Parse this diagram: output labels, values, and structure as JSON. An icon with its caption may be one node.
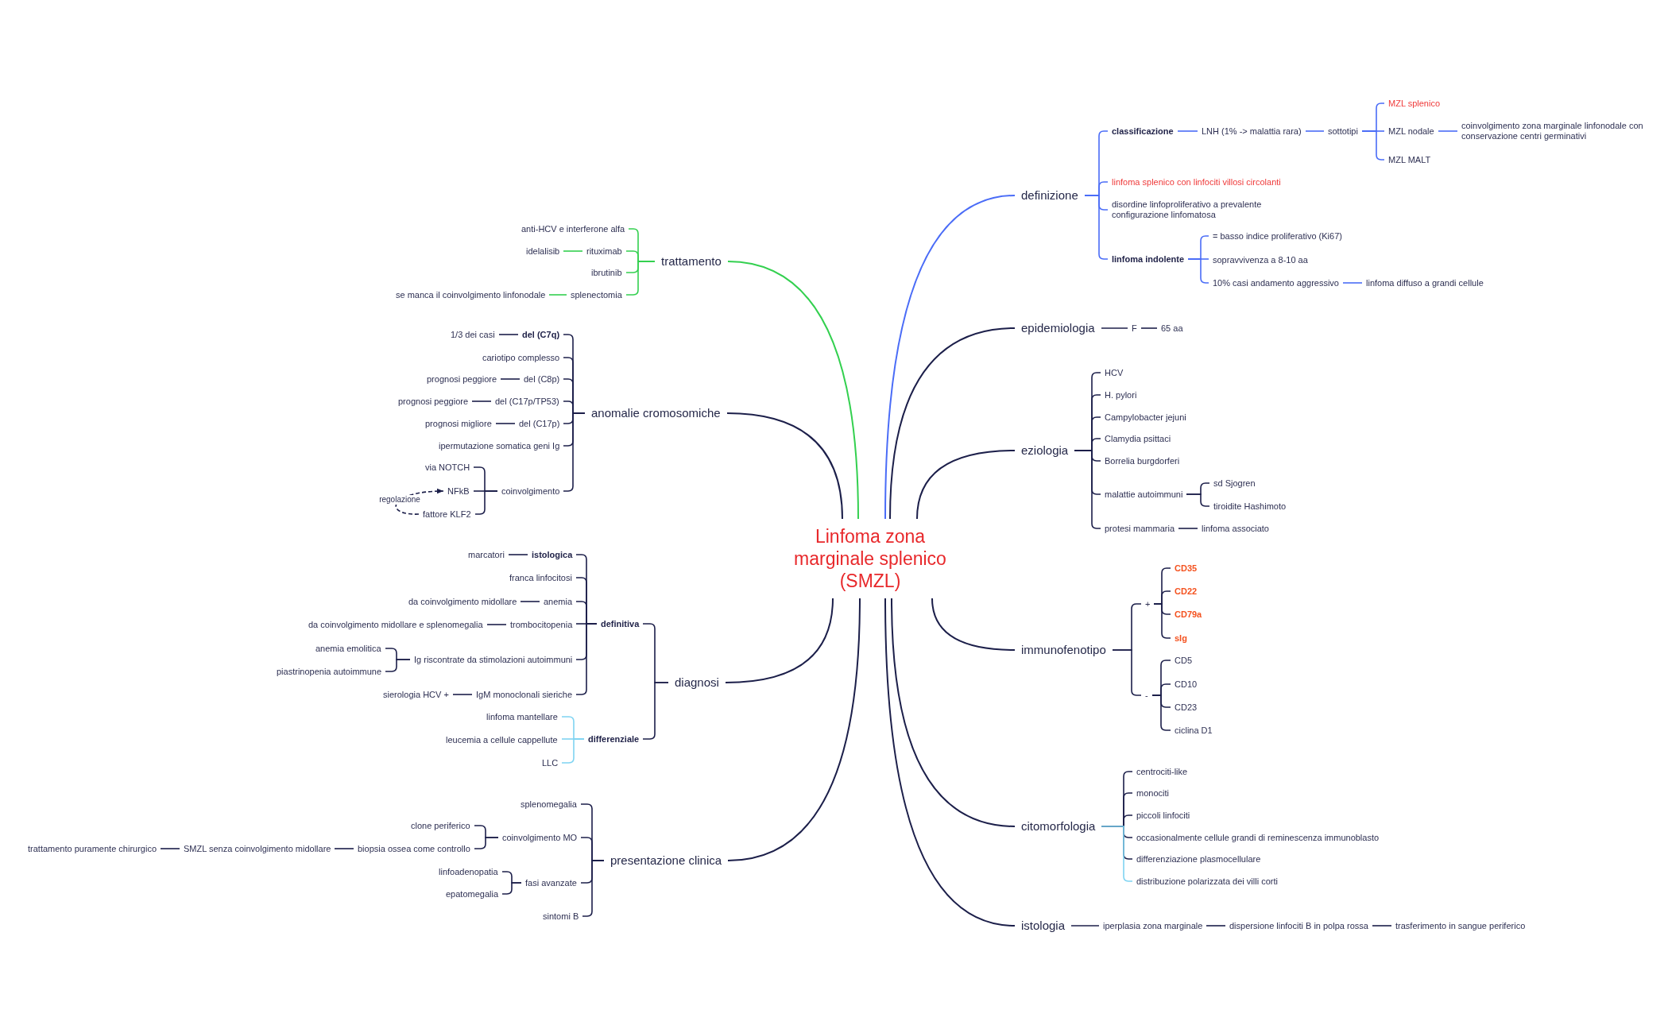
{
  "diagram": {
    "nodes": [
      {
        "text": [
          "Linfoma zona marginale splenico (SMZL)"
        ]
      },
      {
        "text": [
          "definizione"
        ]
      },
      {
        "text": [
          "classificazione"
        ]
      },
      {
        "text": [
          "LNH (1% -> malattia rara)"
        ]
      },
      {
        "text": [
          "sottotipi"
        ]
      },
      {
        "text": [
          "MZL splenico"
        ]
      },
      {
        "text": [
          "MZL nodale"
        ]
      },
      {
        "text": [
          "coinvolgimento zona marginale linfonodale con conservazione centri germinativi"
        ]
      },
      {
        "text": [
          "MZL MALT"
        ]
      },
      {
        "text": [
          "linfoma splenico con linfociti villosi circolanti"
        ]
      },
      {
        "text": [
          "disordine linfoproliferativo a prevalente configurazione linfomatosa"
        ]
      },
      {
        "text": [
          "linfoma indolente"
        ]
      },
      {
        "text": [
          "= basso indice proliferativo (Ki67)"
        ]
      },
      {
        "text": [
          "sopravvivenza a 8-10 aa"
        ]
      },
      {
        "text": [
          "10% casi andamento aggressivo"
        ]
      },
      {
        "text": [
          "linfoma diffuso a grandi cellule"
        ]
      },
      {
        "text": [
          "epidemiologia"
        ]
      },
      {
        "text": [
          "F"
        ]
      },
      {
        "text": [
          "65 aa"
        ]
      },
      {
        "text": [
          "eziologia"
        ]
      },
      {
        "text": [
          "HCV"
        ]
      },
      {
        "text": [
          "H. pylori"
        ]
      },
      {
        "text": [
          "Campylobacter jejuni"
        ]
      },
      {
        "text": [
          "Clamydia psittaci"
        ]
      },
      {
        "text": [
          "Borrelia burgdorferi"
        ]
      },
      {
        "text": [
          "malattie autoimmuni"
        ]
      },
      {
        "text": [
          "sd Sjogren"
        ]
      },
      {
        "text": [
          "tiroidite Hashimoto"
        ]
      },
      {
        "text": [
          "protesi mammaria"
        ]
      },
      {
        "text": [
          "linfoma associato"
        ]
      },
      {
        "text": [
          "immunofenotipo"
        ]
      },
      {
        "text": [
          "+"
        ]
      },
      {
        "text": [
          "CD35"
        ]
      },
      {
        "text": [
          "CD22"
        ]
      },
      {
        "text": [
          "CD79a"
        ]
      },
      {
        "text": [
          "sIg"
        ]
      },
      {
        "text": [
          "-"
        ]
      },
      {
        "text": [
          "CD5"
        ]
      },
      {
        "text": [
          "CD10"
        ]
      },
      {
        "text": [
          "CD23"
        ]
      },
      {
        "text": [
          "ciclina D1"
        ]
      },
      {
        "text": [
          "citomorfologia"
        ]
      },
      {
        "text": [
          "centrociti-like"
        ]
      },
      {
        "text": [
          "monociti"
        ]
      },
      {
        "text": [
          "piccoli linfociti"
        ]
      },
      {
        "text": [
          "occasionalmente cellule grandi di reminescenza immunoblasto"
        ]
      },
      {
        "text": [
          "differenziazione plasmocellulare"
        ]
      },
      {
        "text": [
          "distribuzione polarizzata dei villi corti"
        ]
      },
      {
        "text": [
          "istologia"
        ]
      },
      {
        "text": [
          "iperplasia zona marginale"
        ]
      },
      {
        "text": [
          "dispersione linfociti B in polpa rossa"
        ]
      },
      {
        "text": [
          "trasferimento in sangue periferico"
        ]
      },
      {
        "text": [
          "trattamento"
        ]
      },
      {
        "text": [
          "anti-HCV e interferone alfa"
        ]
      },
      {
        "text": [
          "rituximab"
        ]
      },
      {
        "text": [
          "idelalisib"
        ]
      },
      {
        "text": [
          "ibrutinib"
        ]
      },
      {
        "text": [
          "splenectomia"
        ]
      },
      {
        "text": [
          "se manca il coinvolgimento linfonodale"
        ]
      },
      {
        "text": [
          "anomalie cromosomiche"
        ]
      },
      {
        "text": [
          "del (C7q)"
        ]
      },
      {
        "text": [
          "1/3 dei casi"
        ]
      },
      {
        "text": [
          "cariotipo complesso"
        ]
      },
      {
        "text": [
          "del (C8p)"
        ]
      },
      {
        "text": [
          "prognosi peggiore"
        ]
      },
      {
        "text": [
          "del (C17p/TP53)"
        ]
      },
      {
        "text": [
          "prognosi peggiore"
        ]
      },
      {
        "text": [
          "del (C17p)"
        ]
      },
      {
        "text": [
          "prognosi migliore"
        ]
      },
      {
        "text": [
          "ipermutazione somatica geni Ig"
        ]
      },
      {
        "text": [
          "coinvolgimento"
        ]
      },
      {
        "text": [
          "via NOTCH"
        ]
      },
      {
        "text": [
          "NFkB"
        ]
      },
      {
        "text": [
          "fattore KLF2"
        ]
      },
      {
        "text": [
          "diagnosi"
        ]
      },
      {
        "text": [
          "definitiva"
        ]
      },
      {
        "text": [
          "istologica"
        ]
      },
      {
        "text": [
          "marcatori"
        ]
      },
      {
        "text": [
          "franca linfocitosi"
        ]
      },
      {
        "text": [
          "anemia"
        ]
      },
      {
        "text": [
          "da coinvolgimento midollare"
        ]
      },
      {
        "text": [
          "trombocitopenia"
        ]
      },
      {
        "text": [
          "da coinvolgimento midollare e splenomegalia"
        ]
      },
      {
        "text": [
          "Ig riscontrate da stimolazioni autoimmuni"
        ]
      },
      {
        "text": [
          "anemia emolitica"
        ]
      },
      {
        "text": [
          "piastrinopenia autoimmune"
        ]
      },
      {
        "text": [
          "IgM monoclonali sieriche"
        ]
      },
      {
        "text": [
          "sierologia HCV +"
        ]
      },
      {
        "text": [
          "differenziale"
        ]
      },
      {
        "text": [
          "linfoma mantellare"
        ]
      },
      {
        "text": [
          "leucemia a cellule cappellute"
        ]
      },
      {
        "text": [
          "LLC"
        ]
      },
      {
        "text": [
          "presentazione clinica"
        ]
      },
      {
        "text": [
          "splenomegalia"
        ]
      },
      {
        "text": [
          "coinvolgimento MO"
        ]
      },
      {
        "text": [
          "clone periferico"
        ]
      },
      {
        "text": [
          "biopsia ossea come controllo"
        ]
      },
      {
        "text": [
          "SMZL senza coinvolgimento midollare"
        ]
      },
      {
        "text": [
          "trattamento puramente chirurgico"
        ]
      },
      {
        "text": [
          "fasi avanzate"
        ]
      },
      {
        "text": [
          "linfoadenopatia"
        ]
      },
      {
        "text": [
          "epatomegalia"
        ]
      },
      {
        "text": [
          "sintomi B"
        ]
      }
    ],
    "edges": [
      {
        "from": 0,
        "to": 1,
        "arrow": "none",
        "color": "#4a6cf7"
      },
      {
        "from": 1,
        "to": 2,
        "arrow": "none",
        "color": "#4a6cf7"
      },
      {
        "from": 2,
        "to": 3,
        "arrow": "none",
        "color": "#4a6cf7"
      },
      {
        "from": 3,
        "to": 4,
        "arrow": "none",
        "color": "#4a6cf7"
      },
      {
        "from": 4,
        "to": 5,
        "arrow": "none",
        "color": "#4a6cf7"
      },
      {
        "from": 4,
        "to": 6,
        "arrow": "none",
        "color": "#4a6cf7"
      },
      {
        "from": 6,
        "to": 7,
        "arrow": "none",
        "color": "#4a6cf7"
      },
      {
        "from": 4,
        "to": 8,
        "arrow": "none",
        "color": "#4a6cf7"
      },
      {
        "from": 1,
        "to": 9,
        "arrow": "none",
        "color": "#4a6cf7"
      },
      {
        "from": 1,
        "to": 10,
        "arrow": "none",
        "color": "#4a6cf7"
      },
      {
        "from": 1,
        "to": 11,
        "arrow": "none",
        "color": "#4a6cf7"
      },
      {
        "from": 11,
        "to": 12,
        "arrow": "none",
        "color": "#4a6cf7"
      },
      {
        "from": 11,
        "to": 13,
        "arrow": "none",
        "color": "#4a6cf7"
      },
      {
        "from": 11,
        "to": 14,
        "arrow": "none",
        "color": "#4a6cf7"
      },
      {
        "from": 14,
        "to": 15,
        "arrow": "none",
        "color": "#4a6cf7"
      },
      {
        "from": 0,
        "to": 16,
        "arrow": "none"
      },
      {
        "from": 16,
        "to": 17,
        "arrow": "none"
      },
      {
        "from": 17,
        "to": 18,
        "arrow": "none"
      },
      {
        "from": 0,
        "to": 19,
        "arrow": "none"
      },
      {
        "from": 19,
        "to": 20,
        "arrow": "none"
      },
      {
        "from": 19,
        "to": 21,
        "arrow": "none"
      },
      {
        "from": 19,
        "to": 22,
        "arrow": "none"
      },
      {
        "from": 19,
        "to": 23,
        "arrow": "none"
      },
      {
        "from": 19,
        "to": 24,
        "arrow": "none"
      },
      {
        "from": 19,
        "to": 25,
        "arrow": "none"
      },
      {
        "from": 25,
        "to": 26,
        "arrow": "none"
      },
      {
        "from": 25,
        "to": 27,
        "arrow": "none"
      },
      {
        "from": 19,
        "to": 28,
        "arrow": "none"
      },
      {
        "from": 28,
        "to": 29,
        "arrow": "none"
      },
      {
        "from": 0,
        "to": 30,
        "arrow": "none"
      },
      {
        "from": 30,
        "to": 31,
        "arrow": "none"
      },
      {
        "from": 31,
        "to": 32,
        "arrow": "none"
      },
      {
        "from": 31,
        "to": 33,
        "arrow": "none"
      },
      {
        "from": 31,
        "to": 34,
        "arrow": "none"
      },
      {
        "from": 31,
        "to": 35,
        "arrow": "none"
      },
      {
        "from": 30,
        "to": 36,
        "arrow": "none"
      },
      {
        "from": 36,
        "to": 37,
        "arrow": "none"
      },
      {
        "from": 36,
        "to": 38,
        "arrow": "none"
      },
      {
        "from": 36,
        "to": 39,
        "arrow": "none"
      },
      {
        "from": 36,
        "to": 40,
        "arrow": "none"
      },
      {
        "from": 0,
        "to": 41,
        "arrow": "none"
      },
      {
        "from": 41,
        "to": 42,
        "arrow": "none"
      },
      {
        "from": 41,
        "to": 43,
        "arrow": "none"
      },
      {
        "from": 41,
        "to": 44,
        "arrow": "none"
      },
      {
        "from": 41,
        "to": 45,
        "arrow": "none"
      },
      {
        "from": 41,
        "to": 46,
        "arrow": "none"
      },
      {
        "from": 41,
        "to": 47,
        "arrow": "none",
        "color": "#7fd4f2"
      },
      {
        "from": 0,
        "to": 48,
        "arrow": "none"
      },
      {
        "from": 48,
        "to": 49,
        "arrow": "none"
      },
      {
        "from": 49,
        "to": 50,
        "arrow": "none"
      },
      {
        "from": 50,
        "to": 51,
        "arrow": "none"
      },
      {
        "from": 0,
        "to": 52,
        "arrow": "none",
        "color": "#33d04f"
      },
      {
        "from": 52,
        "to": 53,
        "arrow": "none",
        "color": "#33d04f"
      },
      {
        "from": 52,
        "to": 54,
        "arrow": "none",
        "color": "#33d04f"
      },
      {
        "from": 54,
        "to": 55,
        "arrow": "none",
        "color": "#33d04f"
      },
      {
        "from": 52,
        "to": 56,
        "arrow": "none",
        "color": "#33d04f"
      },
      {
        "from": 52,
        "to": 57,
        "arrow": "none",
        "color": "#33d04f"
      },
      {
        "from": 57,
        "to": 58,
        "arrow": "none",
        "color": "#33d04f"
      },
      {
        "from": 0,
        "to": 59,
        "arrow": "none"
      },
      {
        "from": 59,
        "to": 60,
        "arrow": "none"
      },
      {
        "from": 60,
        "to": 61,
        "arrow": "none"
      },
      {
        "from": 59,
        "to": 62,
        "arrow": "none"
      },
      {
        "from": 59,
        "to": 63,
        "arrow": "none"
      },
      {
        "from": 63,
        "to": 64,
        "arrow": "none"
      },
      {
        "from": 59,
        "to": 65,
        "arrow": "none"
      },
      {
        "from": 65,
        "to": 66,
        "arrow": "none"
      },
      {
        "from": 59,
        "to": 67,
        "arrow": "none"
      },
      {
        "from": 67,
        "to": 68,
        "arrow": "none"
      },
      {
        "from": 59,
        "to": 69,
        "arrow": "none"
      },
      {
        "from": 59,
        "to": 70,
        "arrow": "none"
      },
      {
        "from": 70,
        "to": 71,
        "arrow": "none"
      },
      {
        "from": 70,
        "to": 72,
        "arrow": "none"
      },
      {
        "from": 70,
        "to": 73,
        "arrow": "none"
      },
      {
        "from": 73,
        "to": 72,
        "arrow": "to",
        "style": "dashed",
        "label": "regolazione"
      },
      {
        "from": 0,
        "to": 74,
        "arrow": "none"
      },
      {
        "from": 74,
        "to": 75,
        "arrow": "none"
      },
      {
        "from": 75,
        "to": 76,
        "arrow": "none"
      },
      {
        "from": 76,
        "to": 77,
        "arrow": "none"
      },
      {
        "from": 75,
        "to": 78,
        "arrow": "none"
      },
      {
        "from": 75,
        "to": 79,
        "arrow": "none"
      },
      {
        "from": 79,
        "to": 80,
        "arrow": "none"
      },
      {
        "from": 75,
        "to": 81,
        "arrow": "none"
      },
      {
        "from": 81,
        "to": 82,
        "arrow": "none"
      },
      {
        "from": 75,
        "to": 83,
        "arrow": "none"
      },
      {
        "from": 83,
        "to": 84,
        "arrow": "none"
      },
      {
        "from": 83,
        "to": 85,
        "arrow": "none"
      },
      {
        "from": 75,
        "to": 86,
        "arrow": "none"
      },
      {
        "from": 86,
        "to": 87,
        "arrow": "none"
      },
      {
        "from": 74,
        "to": 88,
        "arrow": "none"
      },
      {
        "from": 88,
        "to": 89,
        "arrow": "none",
        "color": "#7fd4f2"
      },
      {
        "from": 88,
        "to": 90,
        "arrow": "none",
        "color": "#7fd4f2"
      },
      {
        "from": 88,
        "to": 91,
        "arrow": "none",
        "color": "#7fd4f2"
      },
      {
        "from": 0,
        "to": 92,
        "arrow": "none"
      },
      {
        "from": 92,
        "to": 93,
        "arrow": "none"
      },
      {
        "from": 92,
        "to": 94,
        "arrow": "none"
      },
      {
        "from": 94,
        "to": 95,
        "arrow": "none"
      },
      {
        "from": 94,
        "to": 96,
        "arrow": "none"
      },
      {
        "from": 96,
        "to": 97,
        "arrow": "none"
      },
      {
        "from": 97,
        "to": 98,
        "arrow": "none"
      },
      {
        "from": 92,
        "to": 99,
        "arrow": "none"
      },
      {
        "from": 99,
        "to": 100,
        "arrow": "none"
      },
      {
        "from": 99,
        "to": 101,
        "arrow": "none"
      },
      {
        "from": 92,
        "to": 102,
        "arrow": "none"
      }
    ]
  }
}
